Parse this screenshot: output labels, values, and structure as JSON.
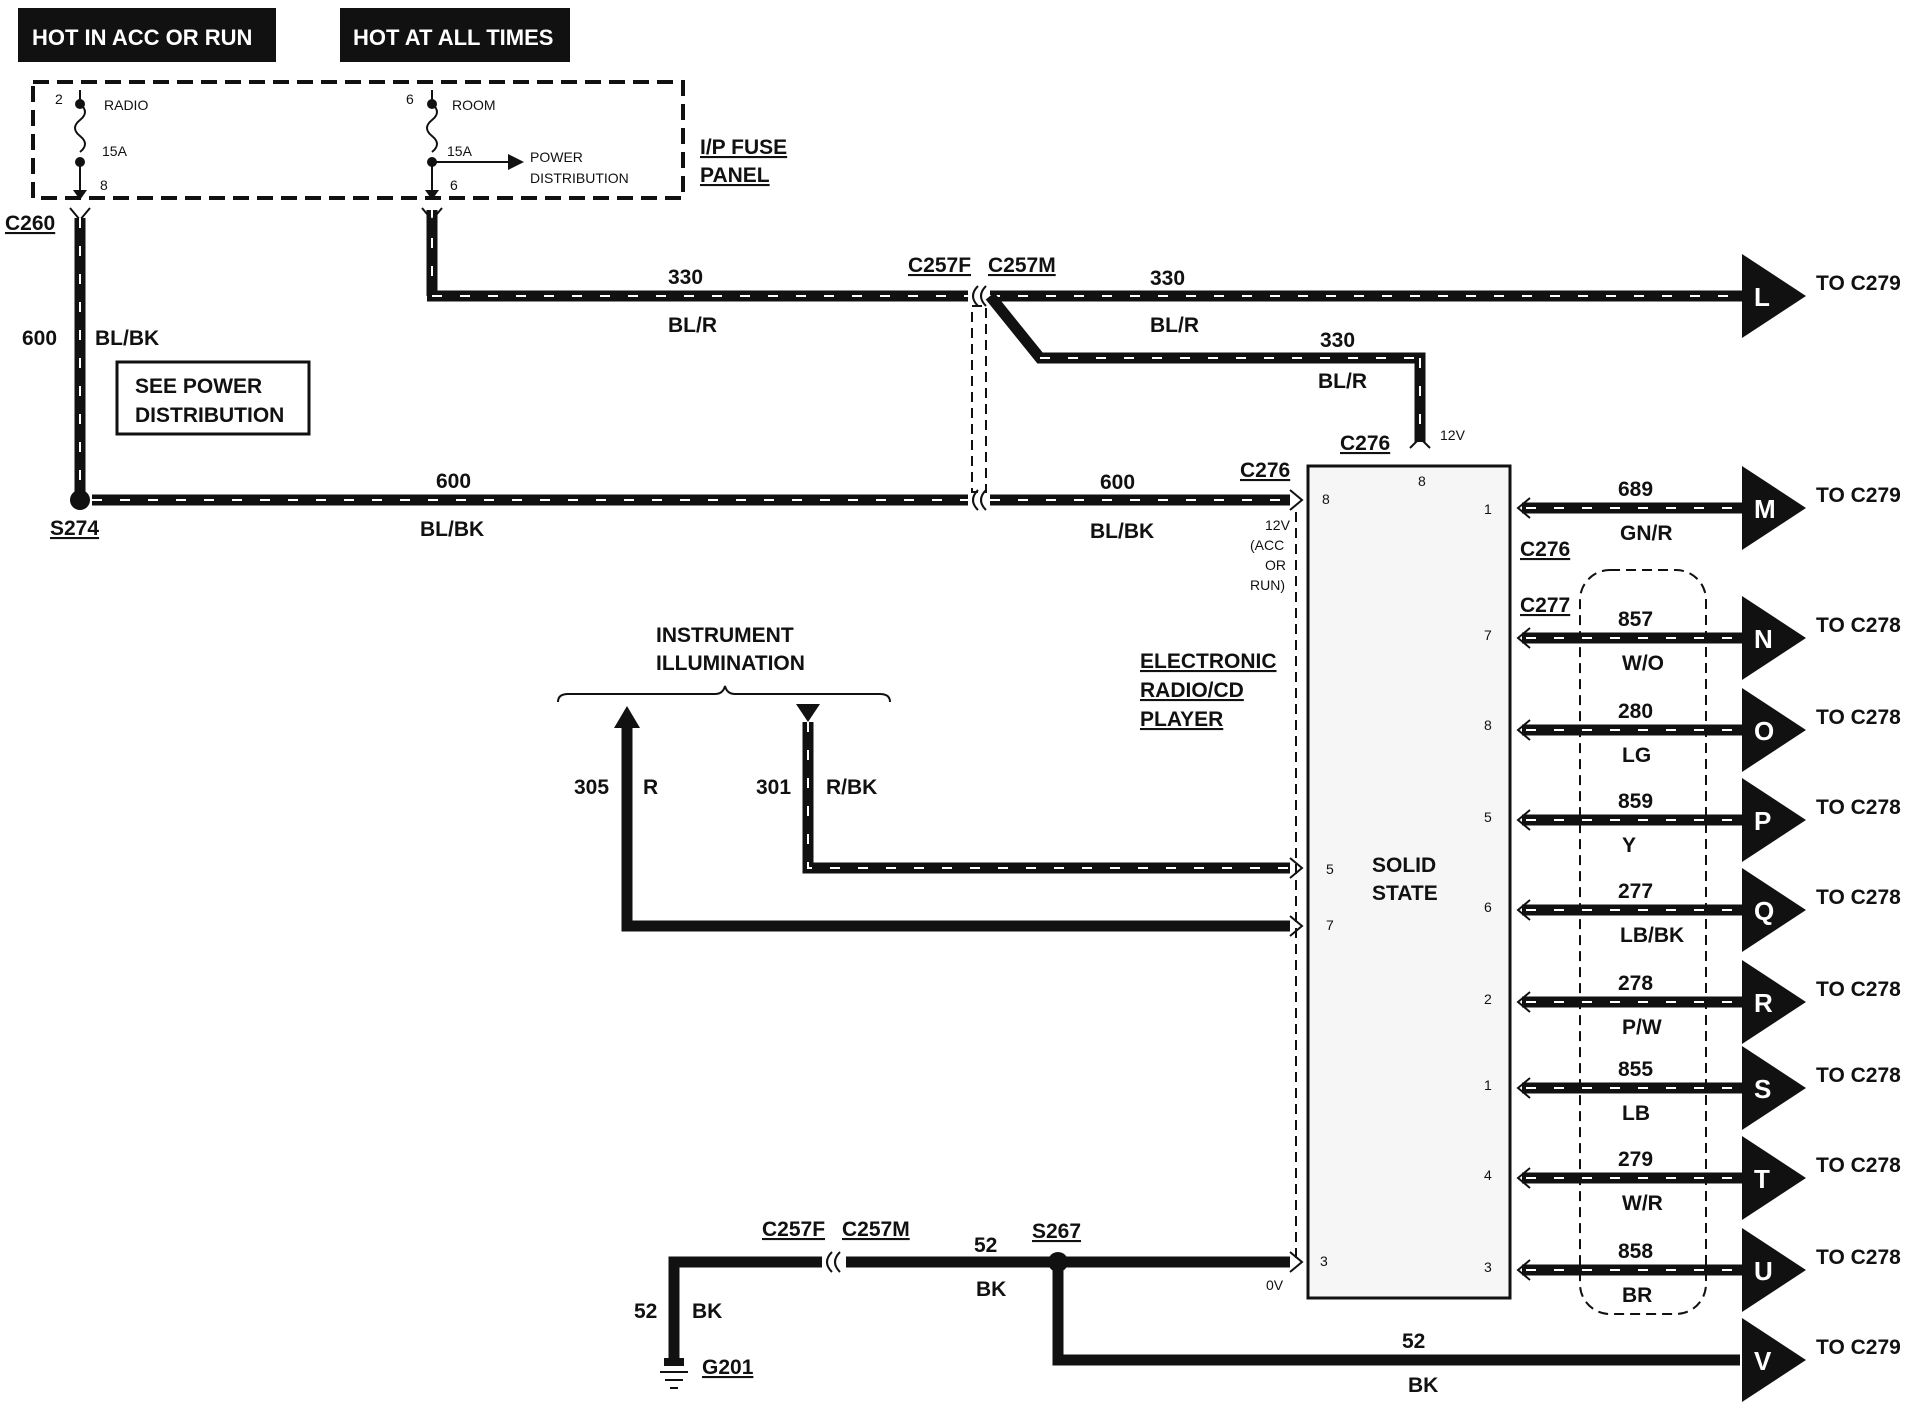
{
  "headers": {
    "hot_acc_run": "HOT IN ACC OR RUN",
    "hot_all_times": "HOT AT ALL TIMES"
  },
  "fuse_panel": {
    "title_line1": "I/P FUSE",
    "title_line2": "PANEL",
    "fuse1": {
      "pin_top": "2",
      "name": "RADIO",
      "rating": "15A",
      "pin_bottom": "8"
    },
    "fuse2": {
      "pin_top": "6",
      "name": "ROOM",
      "rating": "15A",
      "pin_bottom": "6"
    },
    "power_dist_line1": "POWER",
    "power_dist_line2": "DISTRIBUTION"
  },
  "connectors": {
    "c260": "C260",
    "s274": "S274",
    "c257f_top": "C257F",
    "c257m_top": "C257M",
    "c276_top": "C276",
    "c276_left": "C276",
    "c276_right": "C276",
    "c277": "C277",
    "c257f_bot": "C257F",
    "c257m_bot": "C257M",
    "s267": "S267",
    "g201": "G201"
  },
  "wires": {
    "w600_vert_num": "600",
    "w600_vert_color": "BL/BK",
    "w330_a_num": "330",
    "w330_a_color": "BL/R",
    "w330_b_num": "330",
    "w330_b_color": "BL/R",
    "w330_c_num": "330",
    "w330_c_color": "BL/R",
    "w600_a_num": "600",
    "w600_a_color": "BL/BK",
    "w600_b_num": "600",
    "w600_b_color": "BL/BK",
    "w305_num": "305",
    "w305_color": "R",
    "w301_num": "301",
    "w301_color": "R/BK",
    "w52_a_num": "52",
    "w52_a_color": "BK",
    "w52_b_num": "52",
    "w52_b_color": "BK",
    "w52_c_num": "52",
    "w52_c_color": "BK"
  },
  "notes": {
    "see_power_line1": "SEE POWER",
    "see_power_line2": "DISTRIBUTION",
    "instr_line1": "INSTRUMENT",
    "instr_line2": "ILLUMINATION",
    "radio_line1": "ELECTRONIC",
    "radio_line2": "RADIO/CD",
    "radio_line3": "PLAYER",
    "solid_line1": "SOLID",
    "solid_line2": "STATE",
    "v12_top": "12V",
    "v12_left_1": "12V",
    "v12_left_2": "(ACC",
    "v12_left_3": "OR",
    "v12_left_4": "RUN)",
    "v0": "0V"
  },
  "module_pins": {
    "top": "8",
    "left_8": "8",
    "left_5": "5",
    "left_7": "7",
    "left_3": "3"
  },
  "outputs": [
    {
      "letter": "L",
      "dest": "TO C279",
      "num": "330",
      "color": "BL/R",
      "pin": ""
    },
    {
      "letter": "M",
      "dest": "TO C279",
      "num": "689",
      "color": "GN/R",
      "pin": "1"
    },
    {
      "letter": "N",
      "dest": "TO C278",
      "num": "857",
      "color": "W/O",
      "pin": "7"
    },
    {
      "letter": "O",
      "dest": "TO C278",
      "num": "280",
      "color": "LG",
      "pin": "8"
    },
    {
      "letter": "P",
      "dest": "TO C278",
      "num": "859",
      "color": "Y",
      "pin": "5"
    },
    {
      "letter": "Q",
      "dest": "TO C278",
      "num": "277",
      "color": "LB/BK",
      "pin": "6"
    },
    {
      "letter": "R",
      "dest": "TO C278",
      "num": "278",
      "color": "P/W",
      "pin": "2"
    },
    {
      "letter": "S",
      "dest": "TO C278",
      "num": "855",
      "color": "LB",
      "pin": "1"
    },
    {
      "letter": "T",
      "dest": "TO C278",
      "num": "279",
      "color": "W/R",
      "pin": "4"
    },
    {
      "letter": "U",
      "dest": "TO C278",
      "num": "858",
      "color": "BR",
      "pin": "3"
    },
    {
      "letter": "V",
      "dest": "TO C279",
      "num": "52",
      "color": "BK",
      "pin": ""
    }
  ]
}
